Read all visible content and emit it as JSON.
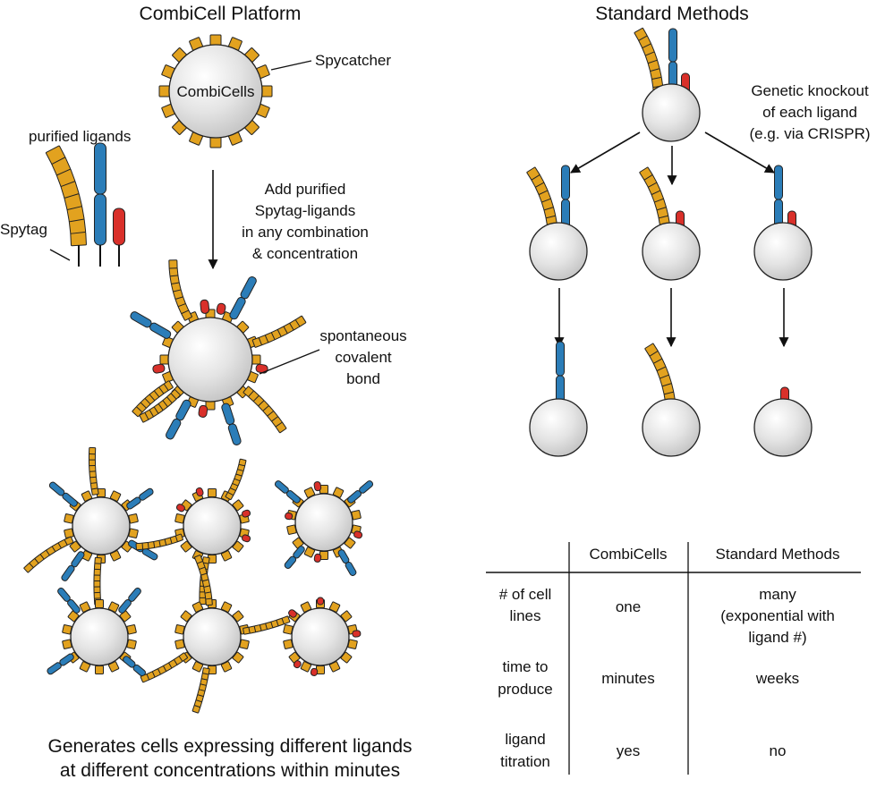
{
  "left": {
    "title": "CombiCell Platform",
    "cell_label": "CombiCells",
    "spycatcher_label": "Spycatcher",
    "purified_label": "purified ligands",
    "spytag_label": "Spytag",
    "step_lines": [
      "Add purified",
      "Spytag-ligands",
      "in any combination",
      "& concentration"
    ],
    "bond_lines": [
      "spontaneous",
      "covalent",
      "bond"
    ],
    "footer_lines": [
      "Generates cells expressing different ligands",
      "at different concentrations within minutes"
    ]
  },
  "right": {
    "title": "Standard Methods",
    "knockout_lines": [
      "Genetic knockout",
      "of each ligand",
      "(e.g. via CRISPR)"
    ]
  },
  "table": {
    "headers": [
      "",
      "CombiCells",
      "Standard Methods"
    ],
    "rows": [
      {
        "label": [
          "# of cell",
          "lines"
        ],
        "combi": [
          "one"
        ],
        "standard": [
          "many",
          "(exponential with",
          "ligand #)"
        ]
      },
      {
        "label": [
          "time to",
          "produce"
        ],
        "combi": [
          "minutes"
        ],
        "standard": [
          "weeks"
        ]
      },
      {
        "label": [
          "ligand",
          "titration"
        ],
        "combi": [
          "yes"
        ],
        "standard": [
          "no"
        ]
      }
    ]
  },
  "colors": {
    "orange": "#E2A21F",
    "blue": "#2B7DB8",
    "red": "#D9302A",
    "cell_fill": "#D9D9D9",
    "outline": "#222222"
  }
}
